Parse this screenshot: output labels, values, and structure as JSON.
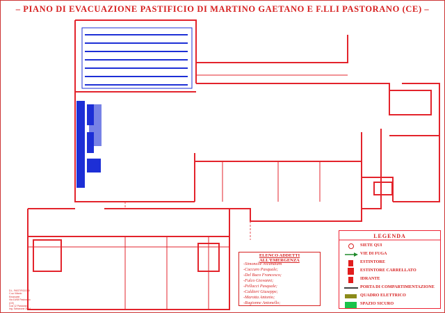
{
  "title": "– PIANO DI EVACUAZIONE PASTIFICIO DI MARTINO GAETANO E F.LLI PASTORANO (CE) –",
  "legend": {
    "title": "LEGENDA",
    "items": [
      {
        "label": "SIETE QUI",
        "symbol": "you-are-here-icon",
        "color": "#d61f1f"
      },
      {
        "label": "VIE DI FUGA",
        "symbol": "escape-route-arrow-icon",
        "color": "#1f8a2c"
      },
      {
        "label": "ESTINTORE",
        "symbol": "extinguisher-icon",
        "color": "#e11d1d"
      },
      {
        "label": "ESTINTORE CARRELLATO",
        "symbol": "wheeled-extinguisher-icon",
        "color": "#e11d1d"
      },
      {
        "label": "IDRANTE",
        "symbol": "hydrant-icon",
        "color": "#e11d1d"
      },
      {
        "label": "PORTA DI COMPARTIMENTAZIONE",
        "symbol": "fire-door-icon",
        "color": "#000000"
      },
      {
        "label": "QUADRO ELETTRICO",
        "symbol": "electrical-panel-icon",
        "color": "#8b8b1a"
      },
      {
        "label": "SPAZIO SICURO",
        "symbol": "safe-area-icon",
        "color": "#19c34a"
      }
    ]
  },
  "emergency_staff": {
    "title": "ELENCO ADDETTI ALL'EMERGENZA",
    "names": [
      "-Simonelle Nicandiani",
      "-Cuccuro Pasquale;",
      "-Del Buco Francesco;",
      "-Fulco Giovanni;",
      "-Pellacci Pasquale;",
      "-Caldieri Giuseppe;",
      "-Marotta Antonio;",
      "-Ragionne Antonello;"
    ]
  },
  "title_block": {
    "lines": [
      "D.L. PASTIFICIO DI",
      "C.so Vittorio Emanuele",
      "Via 10/08 Pastorano (CE)",
      "Cod 12 Pastorano",
      "Ing. Schiavone 2014"
    ]
  },
  "colors": {
    "walls": "#e3232b",
    "routes": "#1f8a2c",
    "equipment": "#1d2fd6",
    "safe_area": "#19c34a"
  }
}
